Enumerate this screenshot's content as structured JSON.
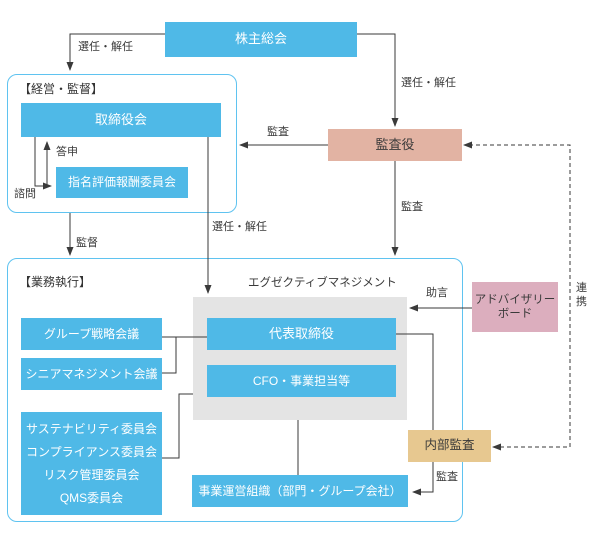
{
  "colors": {
    "blue": "#4fb9e7",
    "salmon": "#e2b3a3",
    "mauve": "#dcaebe",
    "tan": "#e7c890",
    "gray": "#e4e4e4",
    "border_blue": "#5fc3f0",
    "line": "#3a3a3a"
  },
  "nodes": {
    "shareholders_meeting": "株主総会",
    "board_of_directors": "取締役会",
    "nomination_committee": "指名評価報酬委員会",
    "audit_officers": "監査役",
    "representative_director": "代表取締役",
    "cfo_business": "CFO・事業担当等",
    "group_strategy_meeting": "グループ戦略会議",
    "senior_management_meeting": "シニアマネジメント会議",
    "committees": [
      "サステナビリティ委員会",
      "コンプライアンス委員会",
      "リスク管理委員会",
      "QMS委員会"
    ],
    "business_operations": "事業運営組織（部門・グループ会社）",
    "advisory_board": [
      "アドバイザリー",
      "ボード"
    ],
    "internal_audit": "内部監査"
  },
  "sections": {
    "management_supervision": "【経営・監督】",
    "business_execution": "【業務執行】",
    "executive_management": "エグゼクティブマネジメント"
  },
  "labels": {
    "appoint_dismiss_left": "選任・解任",
    "appoint_dismiss_right": "選任・解任",
    "appoint_dismiss_mid": "選任・解任",
    "audit_to_board": "監査",
    "audit_down": "監査",
    "supervise": "監督",
    "report": "答申",
    "consult": "諮問",
    "advice": "助言",
    "cooperation": "連携",
    "audit_bottom": "監査"
  }
}
